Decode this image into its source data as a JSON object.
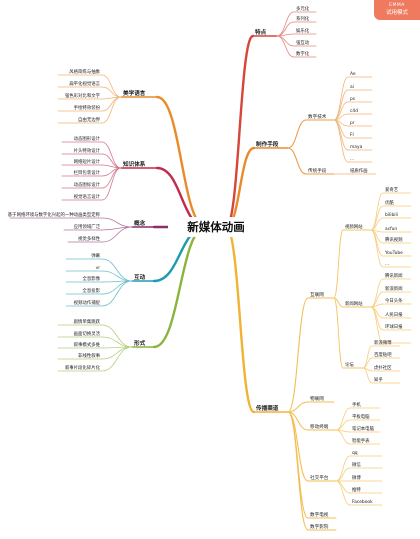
{
  "badge": {
    "line1": "EMMA",
    "line2": "试用模式"
  },
  "center": "新媒体动画",
  "branches": [
    {
      "key": "tedian",
      "label": "特点",
      "color": "#d4473a",
      "children": [
        {
          "label": "多元化"
        },
        {
          "label": "系列化"
        },
        {
          "label": "娱乐化"
        },
        {
          "label": "强互动"
        },
        {
          "label": "数字化"
        }
      ]
    },
    {
      "key": "zhizuo",
      "label": "制作手段",
      "color": "#e98b2a",
      "children": [
        {
          "label": "数字技术",
          "children": [
            {
              "label": "Ae"
            },
            {
              "label": "ai"
            },
            {
              "label": "ps"
            },
            {
              "label": "c4d"
            },
            {
              "label": "pr"
            },
            {
              "label": "Fl"
            },
            {
              "label": "maya"
            },
            {
              "label": "..."
            }
          ]
        },
        {
          "label": "传统手段",
          "children": [
            {
              "label": "纸质作画"
            }
          ]
        }
      ]
    },
    {
      "key": "chuanbo",
      "label": "传播渠道",
      "color": "#f2b233",
      "children": [
        {
          "label": "互联网",
          "children": [
            {
              "label": "视频网站",
              "children": [
                {
                  "label": "爱奇艺"
                },
                {
                  "label": "优酷"
                },
                {
                  "label": "bilibili"
                },
                {
                  "label": "acfun"
                },
                {
                  "label": "腾讯视频"
                },
                {
                  "label": "YouTube"
                },
                {
                  "label": "..."
                }
              ]
            },
            {
              "label": "新闻网站",
              "children": [
                {
                  "label": "腾讯新闻"
                },
                {
                  "label": "新浪新闻"
                },
                {
                  "label": "今日头条"
                },
                {
                  "label": "人民日报"
                },
                {
                  "label": "环球日报"
                },
                {
                  "label": "..."
                }
              ]
            },
            {
              "label": "论坛",
              "children": [
                {
                  "label": "新浪微博"
                },
                {
                  "label": "百度贴吧"
                },
                {
                  "label": "虎扑社区"
                },
                {
                  "label": "知乎"
                }
              ]
            }
          ]
        },
        {
          "label": "物联网"
        },
        {
          "label": "移动终端",
          "children": [
            {
              "label": "手机"
            },
            {
              "label": "平板电脑"
            },
            {
              "label": "笔记本电脑"
            },
            {
              "label": "智能手表"
            }
          ]
        },
        {
          "label": "社交平台",
          "children": [
            {
              "label": "qq"
            },
            {
              "label": "微信"
            },
            {
              "label": "微博"
            },
            {
              "label": "推特"
            },
            {
              "label": "Facebook"
            }
          ]
        },
        {
          "label": "数字电视"
        },
        {
          "label": "数字影院"
        }
      ]
    },
    {
      "key": "meixue",
      "label": "美学语言",
      "color": "#e98b2a",
      "children": [
        {
          "label": "风格简练与抽象"
        },
        {
          "label": "扁平化视觉语言"
        },
        {
          "label": "强色彩对比和文字"
        },
        {
          "label": "手绘特效装扮"
        },
        {
          "label": "自由无边界"
        }
      ]
    },
    {
      "key": "zhishi",
      "label": "知识体系",
      "color": "#c22a4e",
      "children": [
        {
          "label": "动态图形设计"
        },
        {
          "label": "片头特效设计"
        },
        {
          "label": "网络短片设计"
        },
        {
          "label": "栏目包装设计"
        },
        {
          "label": "动态图标设计"
        },
        {
          "label": "视觉语言设计"
        }
      ]
    },
    {
      "key": "gainian",
      "label": "概念",
      "color": "#8c2f6f",
      "children": [
        {
          "label": "基于网络环境与数字化兴起的一种动画类型定称"
        },
        {
          "label": "应用领域广泛"
        },
        {
          "label": "视觉多样性"
        }
      ]
    },
    {
      "key": "hudong",
      "label": "互动",
      "color": "#1e9bb0",
      "children": [
        {
          "label": "弹幕"
        },
        {
          "label": "vr"
        },
        {
          "label": "全息影像"
        },
        {
          "label": "全息投影"
        },
        {
          "label": "视频动作捕捉"
        }
      ]
    },
    {
      "key": "xingshi",
      "label": "形式",
      "color": "#8ab43c",
      "children": [
        {
          "label": "剧情单集跳跃"
        },
        {
          "label": "画面切换灵活"
        },
        {
          "label": "叙事模式多维"
        },
        {
          "label": "非线性叙事"
        },
        {
          "label": "叙事片段化碎片化"
        }
      ]
    }
  ]
}
